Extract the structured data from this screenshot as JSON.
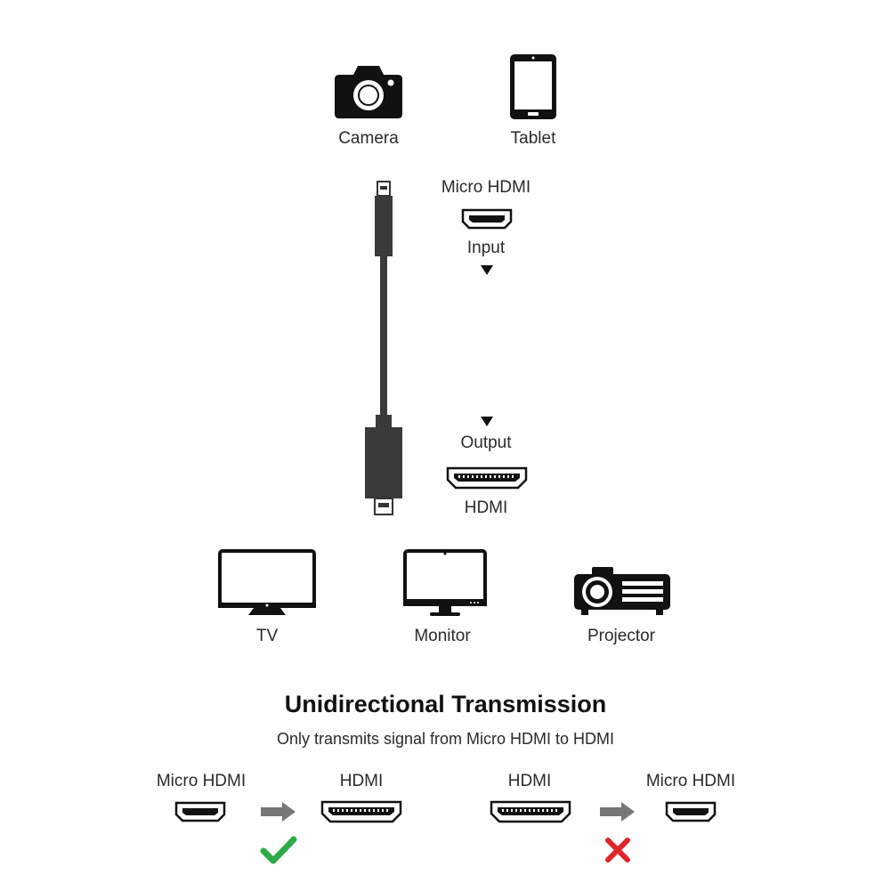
{
  "devices_top": {
    "camera_label": "Camera",
    "tablet_label": "Tablet"
  },
  "input": {
    "port_label": "Micro HDMI",
    "direction_label": "Input",
    "arrow_symbol": "▼"
  },
  "output": {
    "arrow_symbol": "▼",
    "direction_label": "Output",
    "port_label": "HDMI"
  },
  "devices_bottom": {
    "tv_label": "TV",
    "monitor_label": "Monitor",
    "projector_label": "Projector"
  },
  "transmission": {
    "title": "Unidirectional Transmission",
    "subtitle": "Only transmits signal from Micro HDMI to HDMI",
    "valid": {
      "from_label": "Micro HDMI",
      "to_label": "HDMI",
      "status": "check",
      "status_color": "#2eab48"
    },
    "invalid": {
      "from_label": "HDMI",
      "to_label": "Micro HDMI",
      "status": "cross",
      "status_color": "#e0262b"
    }
  },
  "colors": {
    "icon": "#111111",
    "cable": "#3a3a3a",
    "arrow": "#777777"
  }
}
